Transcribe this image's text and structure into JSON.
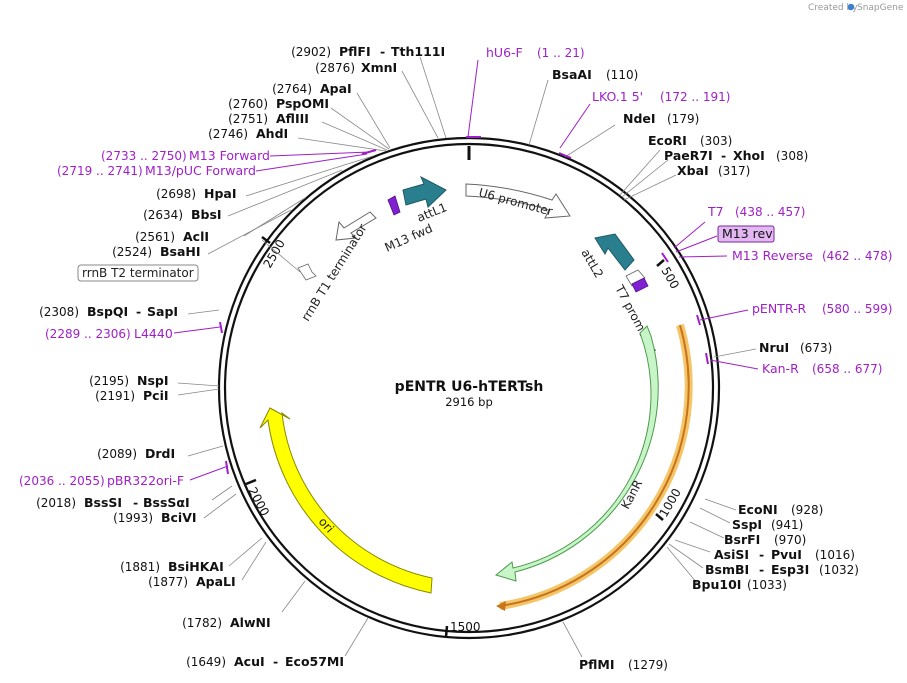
{
  "plasmid": {
    "name": "pENTR U6-hTERTsh",
    "length": "2916 bp"
  },
  "credit": {
    "created_by": "Created by",
    "brand": "SnapGene"
  },
  "ticks": [
    "500",
    "1000",
    "1500",
    "2000",
    "2500"
  ],
  "sites": [
    {
      "name": "PflFI",
      "name2": "Tth111I",
      "pos": "(2902)"
    },
    {
      "name": "XmnI",
      "pos": "(2876)"
    },
    {
      "name": "ApaI",
      "pos": "(2764)"
    },
    {
      "name": "PspOMI",
      "pos": "(2760)"
    },
    {
      "name": "AflIII",
      "pos": "(2751)"
    },
    {
      "name": "AhdI",
      "pos": "(2746)"
    },
    {
      "name": "HpaI",
      "pos": "(2698)"
    },
    {
      "name": "BbsI",
      "pos": "(2634)"
    },
    {
      "name": "AclI",
      "pos": "(2561)"
    },
    {
      "name": "BsaHI",
      "pos": "(2524)"
    },
    {
      "name": "BspQI",
      "name2": "SapI",
      "pos": "(2308)"
    },
    {
      "name": "NspI",
      "pos": "(2195)"
    },
    {
      "name": "PciI",
      "pos": "(2191)"
    },
    {
      "name": "DrdI",
      "pos": "(2089)"
    },
    {
      "name": "BssSI",
      "name2": "BssSαI",
      "pos": "(2018)"
    },
    {
      "name": "BciVI",
      "pos": "(1993)"
    },
    {
      "name": "BsiHKAI",
      "pos": "(1881)"
    },
    {
      "name": "ApaLI",
      "pos": "(1877)"
    },
    {
      "name": "AlwNI",
      "pos": "(1782)"
    },
    {
      "name": "AcuI",
      "name2": "Eco57MI",
      "pos": "(1649)"
    },
    {
      "name": "BsaAI",
      "pos": "(110)"
    },
    {
      "name": "NdeI",
      "pos": "(179)"
    },
    {
      "name": "EcoRI",
      "pos": "(303)"
    },
    {
      "name": "PaeR7I",
      "name2": "XhoI",
      "pos": "(308)"
    },
    {
      "name": "XbaI",
      "pos": "(317)"
    },
    {
      "name": "NruI",
      "pos": "(673)"
    },
    {
      "name": "EcoNI",
      "pos": "(928)"
    },
    {
      "name": "SspI",
      "pos": "(941)"
    },
    {
      "name": "BsrFI",
      "pos": "(970)"
    },
    {
      "name": "AsiSI",
      "name2": "PvuI",
      "pos": "(1016)"
    },
    {
      "name": "BsmBI",
      "name2": "Esp3I",
      "pos": "(1032)"
    },
    {
      "name": "Bpu10I",
      "pos": "(1033)"
    },
    {
      "name": "PflMI",
      "pos": "(1279)"
    }
  ],
  "primers": [
    {
      "name": "hU6-F",
      "range": "(1 .. 21)"
    },
    {
      "name": "LKO.1 5'",
      "range": "(172 .. 191)"
    },
    {
      "name": "T7",
      "range": "(438 .. 457)"
    },
    {
      "name": "M13 rev",
      "range": ""
    },
    {
      "name": "M13 Reverse",
      "range": "(462 .. 478)"
    },
    {
      "name": "pENTR-R",
      "range": "(580 .. 599)"
    },
    {
      "name": "Kan-R",
      "range": "(658 .. 677)"
    },
    {
      "name": "M13 Forward",
      "range": "(2733 .. 2750)"
    },
    {
      "name": "M13/pUC Forward",
      "range": "(2719 .. 2741)"
    },
    {
      "name": "L4440",
      "range": "(2289 .. 2306)"
    },
    {
      "name": "pBR322ori-F",
      "range": "(2036 .. 2055)"
    }
  ],
  "features": {
    "u6_promoter": "U6 promoter",
    "attL1": "attL1",
    "m13_fwd": "M13 fwd",
    "attL2": "attL2",
    "t7_promoter": "T7 promoter",
    "kanR": "KanR",
    "ori": "ori",
    "rrnB_t1": "rrnB T1 terminator",
    "rrnB_t2": "rrnB T2 terminator"
  },
  "colors": {
    "primer": "#a020c8",
    "kanR": "#c8f5c8",
    "ori": "#ffff00",
    "attL": "#2a7f8f",
    "orf_highlight": "#f5c56a",
    "orf_arrow": "#c8741a"
  }
}
